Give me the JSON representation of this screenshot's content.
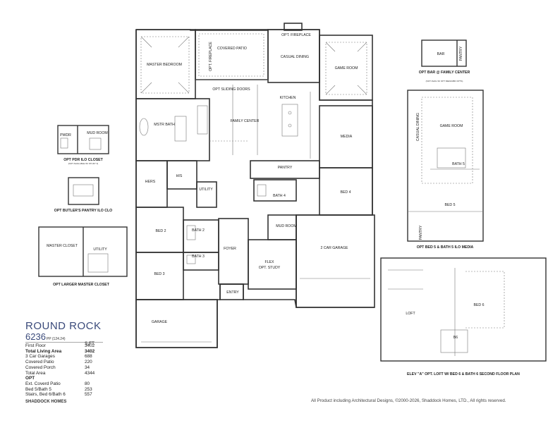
{
  "rooms": {
    "covered_patio": "COVERED PATIO",
    "opt_fireplace_top": "OPT. FIREPLACE",
    "opt_fireplace_side": "OPT. FIREPLACE",
    "casual_dining": "CASUAL DINING",
    "game_room": "GAME ROOM",
    "master_bedroom": "MASTER BEDROOM",
    "opt_sliding_doors": "OPT SLIDING DOORS",
    "kitchen": "KITCHEN",
    "mstr_bath": "MSTR BATH",
    "family_center": "FAMILY CENTER",
    "media": "MEDIA",
    "pantry": "PANTRY",
    "hers": "HERS",
    "his": "HIS",
    "utility": "UTILITY",
    "bath4": "BATH 4",
    "bed4": "BED 4",
    "bed2": "BED 2",
    "bath2": "BATH 2",
    "mud_room": "MUD ROOM",
    "two_car_garage": "2 CAR GARAGE",
    "foyer": "FOYER",
    "bath3": "BATH 3",
    "flex": "FLEX",
    "opt_study": "OPT. STUDY",
    "bed3": "BED 3",
    "entry": "ENTRY",
    "garage": "GARAGE"
  },
  "insets": {
    "pdr": {
      "pwdr": "PWDR",
      "mud_room": "MUD ROOM",
      "caption": "OPT PDR ILO CLOSET",
      "note": "(NOT AVAILABLE W/ STUDY 3)"
    },
    "butler": {
      "caption": "OPT BUTLER'S PANTRY ILO CLO"
    },
    "larger_closet": {
      "master_closet": "MASTER CLOSET",
      "utility": "UTILITY",
      "caption": "OPT LARGER MASTER CLOSET"
    },
    "bar": {
      "bar": "BAR",
      "pantry": "PANTRY",
      "caption": "OPT BAR @ FAMILY CENTER",
      "note": "(NOT AVAIL W/ OPT MEDIA/BR OPTS)"
    },
    "bed5": {
      "casual_dining": "CASUAL DINING",
      "game_room": "GAME ROOM",
      "bath5": "BATH 5",
      "bed5": "BED 5",
      "pantry": "PANTRY",
      "caption": "OPT BED 5 & BATH 5 ILO MEDIA"
    },
    "loft": {
      "loft": "LOFT",
      "bed6": "BED 6",
      "b6": "B6",
      "caption": "ELEV \"A\" OPT. LOFT W/ BED 6 & BATH 6 SECOND FLOOR PLAN"
    }
  },
  "plan": {
    "name": "ROUND ROCK",
    "number": "6236",
    "number_suffix": "PP (124.24)",
    "sqft_header": "S.FT",
    "rows": [
      {
        "label": "First Floor",
        "value": "3402",
        "bold": false
      },
      {
        "label": "Total Living Area",
        "value": "3402",
        "bold": true
      },
      {
        "label": "3 Car Garages",
        "value": "688",
        "bold": false
      },
      {
        "label": "Covered Patio",
        "value": "220",
        "bold": false
      },
      {
        "label": "Covered Porch",
        "value": "34",
        "bold": false
      },
      {
        "label": "Total Area",
        "value": "4344",
        "bold": false
      }
    ],
    "opt_header": "OPT",
    "opt_rows": [
      {
        "label": "Ext. Coverd Patio",
        "value": "80"
      },
      {
        "label": "Bed 5/Bath 5",
        "value": "253"
      },
      {
        "label": "Stairs, Bed 6/Bath 6",
        "value": "557"
      }
    ]
  },
  "brand": "SHADDOCK HOMES",
  "copyright": "All Product including Architectural Designs, ©2000-2026, Shaddock Homes, LTD., All rights reserved."
}
